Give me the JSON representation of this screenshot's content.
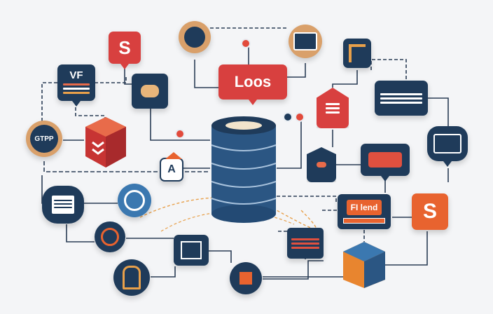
{
  "colors": {
    "navy": "#1f3b5a",
    "red": "#d8403f",
    "orange": "#e8632f",
    "gold": "#d9a06a",
    "blue": "#3b78b0",
    "background": "#f4f5f7"
  },
  "nodes": {
    "loos_label": "Loos",
    "s_top_label": "S",
    "vf_label": "VF",
    "gtpp_label": "GTPP",
    "a_label": "A",
    "filend_label": "FI lend",
    "s_right_label": "S"
  },
  "icons": [
    "database-icon",
    "crane-icon",
    "monitor-icon",
    "coins-icon",
    "cube-icon",
    "document-icon",
    "target-pin-icon",
    "power-icon",
    "list-icon",
    "grid-icon",
    "graduation-cap-icon",
    "laptop-icon",
    "person-icon",
    "box-icon"
  ]
}
